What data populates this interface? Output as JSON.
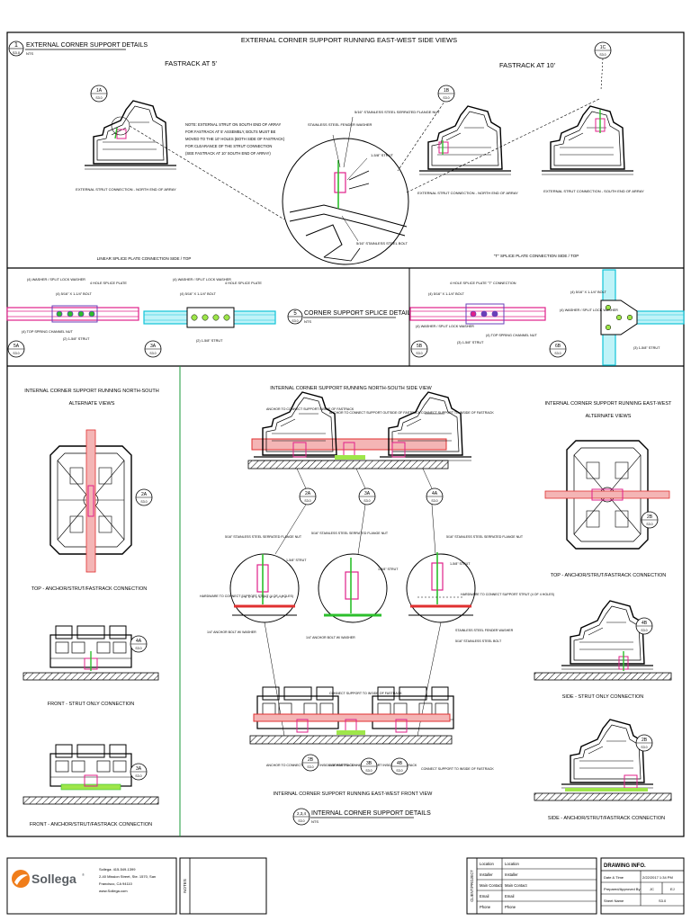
{
  "top_panel": {
    "title_num": "1",
    "title_ref": "S3.0",
    "title": "EXTERNAL CORNER SUPPORT DETAILS",
    "title_sub": "NTS",
    "views_title": "EXTERNAL CORNER SUPPORT RUNNING EAST-WEST SIDE VIEWS",
    "fastrack_5": "FASTRACK AT 5'",
    "fastrack_10": "FASTRACK AT 10'",
    "tag_1a": "1A",
    "tag_1b": "1B",
    "tag_1c": "1C",
    "tag_ref": "S3.0",
    "note_lines": [
      "NOTE: EXTERNAL STRUT ON SOUTH END OF ARRAY",
      "FOR FASTRACK AT 5' ASSEMBLY, BOLTS MUST BE",
      "MOVED TO THE 10' HOLES (BOTH SIDE OF FASTRACK)",
      "FOR CLEARANCE OF THE STRUT CONNECTION",
      "(SEE FASTRACK AT 10' SOUTH END OF ARRAY)"
    ],
    "ext_strut_north_1": "EXTERNAL STRUT CONNECTION - NORTH END OF ARRAY",
    "ext_strut_north_2": "EXTERNAL STRUT CONNECTION - NORTH END OF ARRAY",
    "ext_strut_south": "EXTERNAL STRUT CONNECTION - SOUTH END OF ARRAY",
    "linear_splice": "LINEAR SPLICE PLATE CONNECTION SIDE / TOP",
    "t_splice": "\"T\" SPLICE PLATE CONNECTION SIDE / TOP",
    "callout_fender": "STAINLESS STEEL FENDER WASHER",
    "callout_flange": "5/16\" STAINLESS STEEL SERRATED FLANGE NUT",
    "callout_strut": "1-5/8\" STRUT",
    "callout_bolt": "5/16\" STAINLESS STEEL BOLT"
  },
  "splice_panel": {
    "tag_5a": "5A",
    "tag_3a": "3A",
    "tag_5b": "5B",
    "tag_6b": "6B",
    "tag_ref": "S3.0",
    "title_num": "5",
    "title": "CORNER SUPPORT SPLICE DETAILS",
    "title_sub": "NTS",
    "lbl_washer": "(4) WASHER / SPLIT LOCK WASHER",
    "lbl_plate": "4 HOLE SPLICE PLATE",
    "lbl_bolt": "(4) 5/16\" X 1-1/4\" BOLT",
    "lbl_spring": "(4) TOP SPRING CHANNEL NUT",
    "lbl_strut": "(2) 1-5/8\" STRUT",
    "lbl_washer_2": "(4) WASHER / SPLIT LOCK WASHER",
    "lbl_bolt_2": "(4) 5/16\" X 1-1/4\" BOLT",
    "lbl_plate_2": "4 HOLE SPLICE PLATE",
    "lbl_strut_2": "(2) 1-5/8\" STRUT",
    "lbl_tsplice": "4 HOLE SPLICE PLATE \"T\" CONNECTION",
    "lbl_bolt_3": "(4) 5/16\" X 1-1/4\" BOLT",
    "lbl_washer_3": "(4) WASHER / SPLIT LOCK WASHER",
    "lbl_spring_3": "(4) TOP SPRING CHANNEL NUT",
    "lbl_strut_3": "(3) 1-5/8\" STRUT",
    "lbl_bolt_4": "(4) 5/16\" X 1-1/4\" BOLT",
    "lbl_washer_4": "(4) WASHER / SPLIT LOCK WASHER",
    "lbl_strut_4": "(3) 1-5/8\" STRUT"
  },
  "bottom_panel": {
    "left_title_1": "INTERNAL CORNER SUPPORT RUNNING NORTH-SOUTH",
    "left_title_2": "ALTERNATE VIEWS",
    "left_top_cap": "TOP - ANCHOR/STRUT/FASTRACK CONNECTION",
    "left_front_cap": "FRONT - STRUT ONLY CONNECTION",
    "left_front2_cap": "FRONT - ANCHOR/STRUT/FASTRACK CONNECTION",
    "mid_title": "INTERNAL CORNER SUPPORT RUNNING NORTH-SOUTH SIDE VIEW",
    "mid_lbl_anchor": "ANCHOR TO CONNECT SUPPORT INSIDE OF FASTRACK",
    "mid_lbl_anchor2": "ANCHOR TO CONNECT SUPPORT OUTSIDE OF FASTRACK",
    "mid_lbl_connect": "CONNECT SUPPORT TO INSIDE OF FASTRACK",
    "mid_lbl_ss1": "5/16\" STAINLESS STEEL SERRATED FLANGE NUT",
    "mid_lbl_ss2": "5/16\" STAINLESS STEEL SERRATED FLANGE NUT",
    "mid_lbl_ss3": "5/16\" STAINLESS STEEL SERRATED FLANGE NUT",
    "mid_lbl_strut": "1-5/8\" STRUT",
    "mid_lbl_strut2": "1-5/8\" STRUT",
    "mid_lbl_strut3": "1-5/8\" STRUT",
    "mid_lbl_hardware": "HARDWARE TO CONNECT SUPPORT STRUT (4 OF 4 HOLES)",
    "mid_lbl_anchor_washer": "1/4\" ANCHOR BOLT W/ WASHER",
    "mid_lbl_anchor_washer2": "1/4\" ANCHOR BOLT W/ WASHER",
    "mid_lbl_ss_fender": "STAINLESS STEEL FENDER WASHER",
    "mid_lbl_ss_bolt": "5/16\" STAINLESS STEEL BOLT",
    "mid_lbl_conn": "CONNECT SUPPORT TO INSIDE OF FASTRACK",
    "mid_lbl_conn2": "CONNECT SUPPORT TO INSIDE OF FASTRACK",
    "mid_lbl_anchor3": "ANCHOR TO CONNECT SUPPORT INSIDE OF FASTRACK",
    "mid_lbl_anchor4": "ANCHOR TO CONNECT SUPPORT INSIDE OF FASTRACK",
    "mid_front_title": "INTERNAL CORNER SUPPORT RUNNING EAST-WEST FRONT VIEW",
    "right_title_1": "INTERNAL CORNER SUPPORT RUNNING EAST-WEST",
    "right_title_2": "ALTERNATE VIEWS",
    "right_top_cap": "TOP - ANCHOR/STRUT/FASTRACK CONNECTION",
    "right_side_cap": "SIDE - STRUT ONLY CONNECTION",
    "right_side2_cap": "SIDE - ANCHOR/STRUT/FASTRACK CONNECTION",
    "title_num": "2,3,4",
    "title": "INTERNAL CORNER SUPPORT DETAILS",
    "title_sub": "NTS",
    "tag_ref": "S3.0",
    "tag_2a": "2A",
    "tag_3a": "3A",
    "tag_4a": "4A",
    "tag_2b": "2B",
    "tag_3b": "3B",
    "tag_4b": "4B"
  },
  "titleblock": {
    "company": "Sollega",
    "tm": "®",
    "addr_1": "Sollega: 415-549-1399",
    "addr_2": "2-40 Mission Street, Ste. 1570, San",
    "addr_3": "Francisco, CA 94110",
    "addr_4": "www.Sollega.com",
    "notes_label": "NOTES",
    "rotated_label": "CLIENT/PROJECT",
    "fields": [
      {
        "label": "Location",
        "value": "Location"
      },
      {
        "label": "Installer",
        "value": "Installer"
      },
      {
        "label": "Main Contact",
        "value": "Main Contact"
      },
      {
        "label": "Email",
        "value": "Email"
      },
      {
        "label": "Phone",
        "value": "Phone"
      }
    ],
    "drawing_info": "DRAWING INFO.",
    "info_rows": [
      {
        "label": "Date & Time",
        "value": "2/22/2017 1:34 PM"
      },
      {
        "label": "Prepared/Approved By",
        "value": "JC",
        "value2": "EJ"
      },
      {
        "label": "Sheet Name",
        "value": "S3.0"
      }
    ]
  }
}
